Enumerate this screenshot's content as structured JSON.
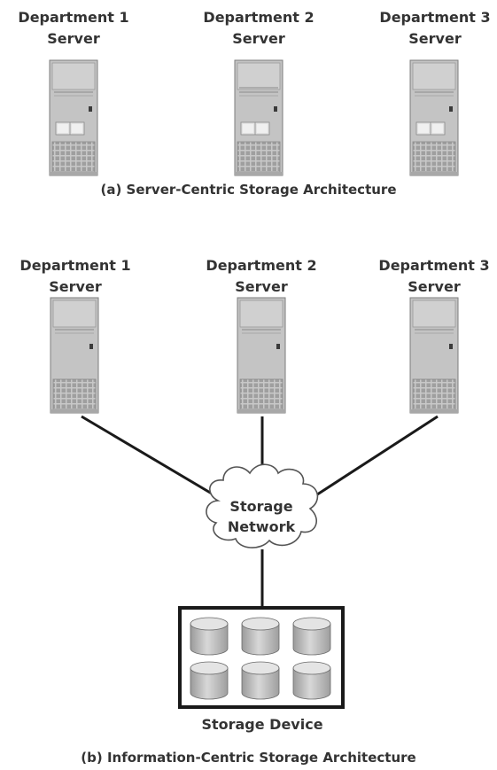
{
  "section_a": {
    "servers": [
      {
        "line1": "Department 1",
        "line2": "Server"
      },
      {
        "line1": "Department 2",
        "line2": "Server"
      },
      {
        "line1": "Department 3",
        "line2": "Server"
      }
    ],
    "caption": "(a) Server-Centric Storage Architecture"
  },
  "section_b": {
    "servers": [
      {
        "line1": "Department 1",
        "line2": "Server"
      },
      {
        "line1": "Department 2",
        "line2": "Server"
      },
      {
        "line1": "Department 3",
        "line2": "Server"
      }
    ],
    "network": {
      "line1": "Storage",
      "line2": "Network"
    },
    "storage_device_label": "Storage Device",
    "caption": "(b) Information-Centric Storage Architecture"
  },
  "colors": {
    "text": "#333333",
    "server_body": "#c4c4c4",
    "server_panel": "#d4d4d4",
    "link": "#1a1a1a",
    "disk": "#bdbdbd"
  }
}
